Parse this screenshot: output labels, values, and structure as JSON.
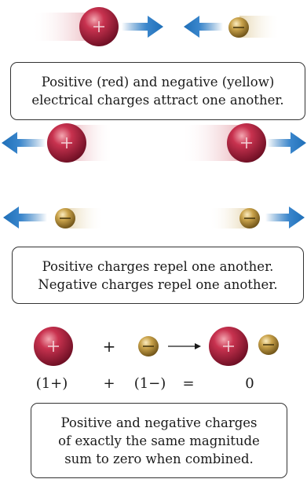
{
  "colors": {
    "positive": "#b8213f",
    "negative": "#c9a24a",
    "arrow": "#1f6fb8",
    "trail_positive": "#e7aab2",
    "trail_negative": "#e6d6b0"
  },
  "icons": {
    "positive_charge": "plus-sign",
    "negative_charge": "minus-sign",
    "arrow": "arrow-icon"
  },
  "panel1": {
    "caption_lines": [
      "Positive (red) and negative (yellow)",
      "electrical charges attract one another."
    ]
  },
  "panel2": {
    "caption_lines": [
      "Positive charges repel one another.",
      "Negative charges repel one another."
    ]
  },
  "panel3": {
    "operators": {
      "plus": "+"
    },
    "equation": {
      "term1": "(1+)",
      "plus": "+",
      "term2": "(1−)",
      "equals": "=",
      "result": "0"
    },
    "caption_lines": [
      "Positive and negative charges",
      "of exactly the same magnitude",
      "sum to zero when combined."
    ]
  }
}
